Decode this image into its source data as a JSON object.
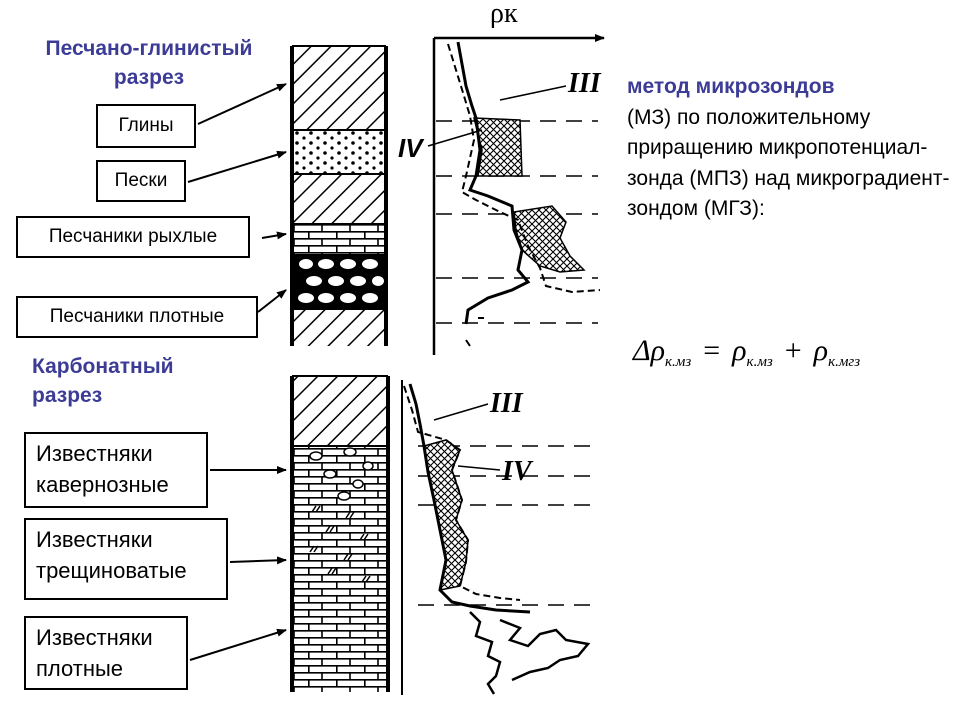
{
  "sections": {
    "clastic_title": "Песчано-глинистый разрез",
    "carbonate_title": "Карбонатный разрез"
  },
  "labels": {
    "clays": "Глины",
    "sands": "Пески",
    "loose_sandstones": "Песчаники рыхлые",
    "dense_sandstones": "Песчаники плотные",
    "cavernous_limestones": "Известняки кавернозные",
    "fractured_limestones": "Известняки трещиноватые",
    "dense_limestones": "Известняки плотные"
  },
  "axis": {
    "label": "ρк"
  },
  "curves": {
    "top_iii": "III",
    "top_iv": "IV",
    "bottom_iii": "III",
    "bottom_iv": "IV"
  },
  "method": {
    "lead": "метод микрозондов",
    "body": "(МЗ) по положительному приращению микропотенциал-зонда (МПЗ) над микроградиент-зондом (МГЗ):"
  },
  "formula": {
    "lhs": "Δρ",
    "lhs_sub": "к.мз",
    "op_eq": "=",
    "t1": "ρ",
    "t1_sub": "к.мз",
    "op_plus": "+",
    "t2": "ρ",
    "t2_sub": "к.мгз"
  },
  "colors": {
    "heading": "#3c3c96",
    "ink": "#000000"
  }
}
